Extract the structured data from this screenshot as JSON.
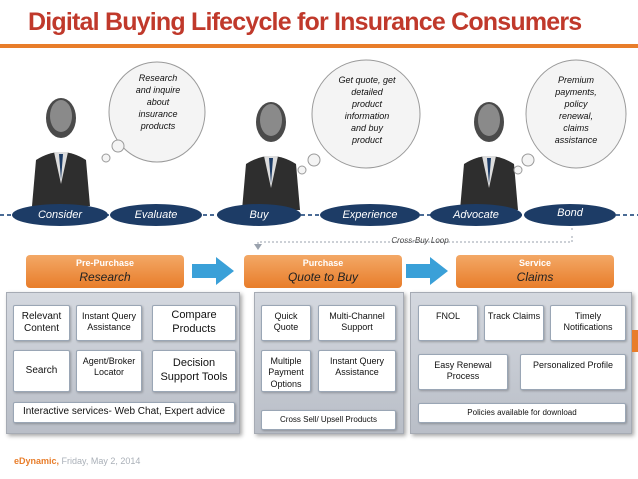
{
  "colors": {
    "title": "#c0392b",
    "accent": "#e87d2a",
    "timeline": "#1d3c66",
    "phase_tab": "#f08b3c",
    "arrow": "#3aa0d8"
  },
  "title": "Digital Buying Lifecycle for Insurance Consumers",
  "clouds": [
    {
      "lines": [
        "Research",
        "and inquire",
        "about",
        "insurance",
        "products"
      ]
    },
    {
      "lines": [
        "Get quote, get",
        "detailed",
        "product",
        "information",
        "and buy",
        "product"
      ]
    },
    {
      "lines": [
        "Premium",
        "payments,",
        "policy",
        "renewal,",
        "claims",
        "assistance"
      ]
    }
  ],
  "stages": [
    "Consider",
    "Evaluate",
    "Buy",
    "Experience",
    "Advocate",
    "Bond"
  ],
  "crossbuy_label": "Cross-Buy Loop",
  "phases": [
    {
      "small": "Pre-Purchase",
      "big": "Research"
    },
    {
      "small": "Purchase",
      "big": "Quote to Buy"
    },
    {
      "small": "Service",
      "big": "Claims"
    }
  ],
  "research_boxes": {
    "relevant_content": "Relevant Content",
    "instant_query": "Instant Query Assistance",
    "compare": "Compare Products",
    "search": "Search",
    "agent_locator": "Agent/Broker Locator",
    "decision_tools": "Decision Support Tools",
    "interactive": "Interactive services- Web Chat, Expert advice"
  },
  "purchase_boxes": {
    "quick_quote": "Quick Quote",
    "multichannel": "Multi-Channel Support",
    "multiple_payment": "Multiple Payment Options",
    "instant_query": "Instant Query Assistance",
    "cross_sell": "Cross Sell/ Upsell Products"
  },
  "claims_boxes": {
    "fnol": "FNOL",
    "track": "Track Claims",
    "timely": "Timely Notifications",
    "renewal": "Easy Renewal Process",
    "personalized": "Personalized Profile",
    "download": "Policies available for download"
  },
  "footer": {
    "brand": "eDynamic,",
    "date": "Friday, May 2, 2014"
  }
}
